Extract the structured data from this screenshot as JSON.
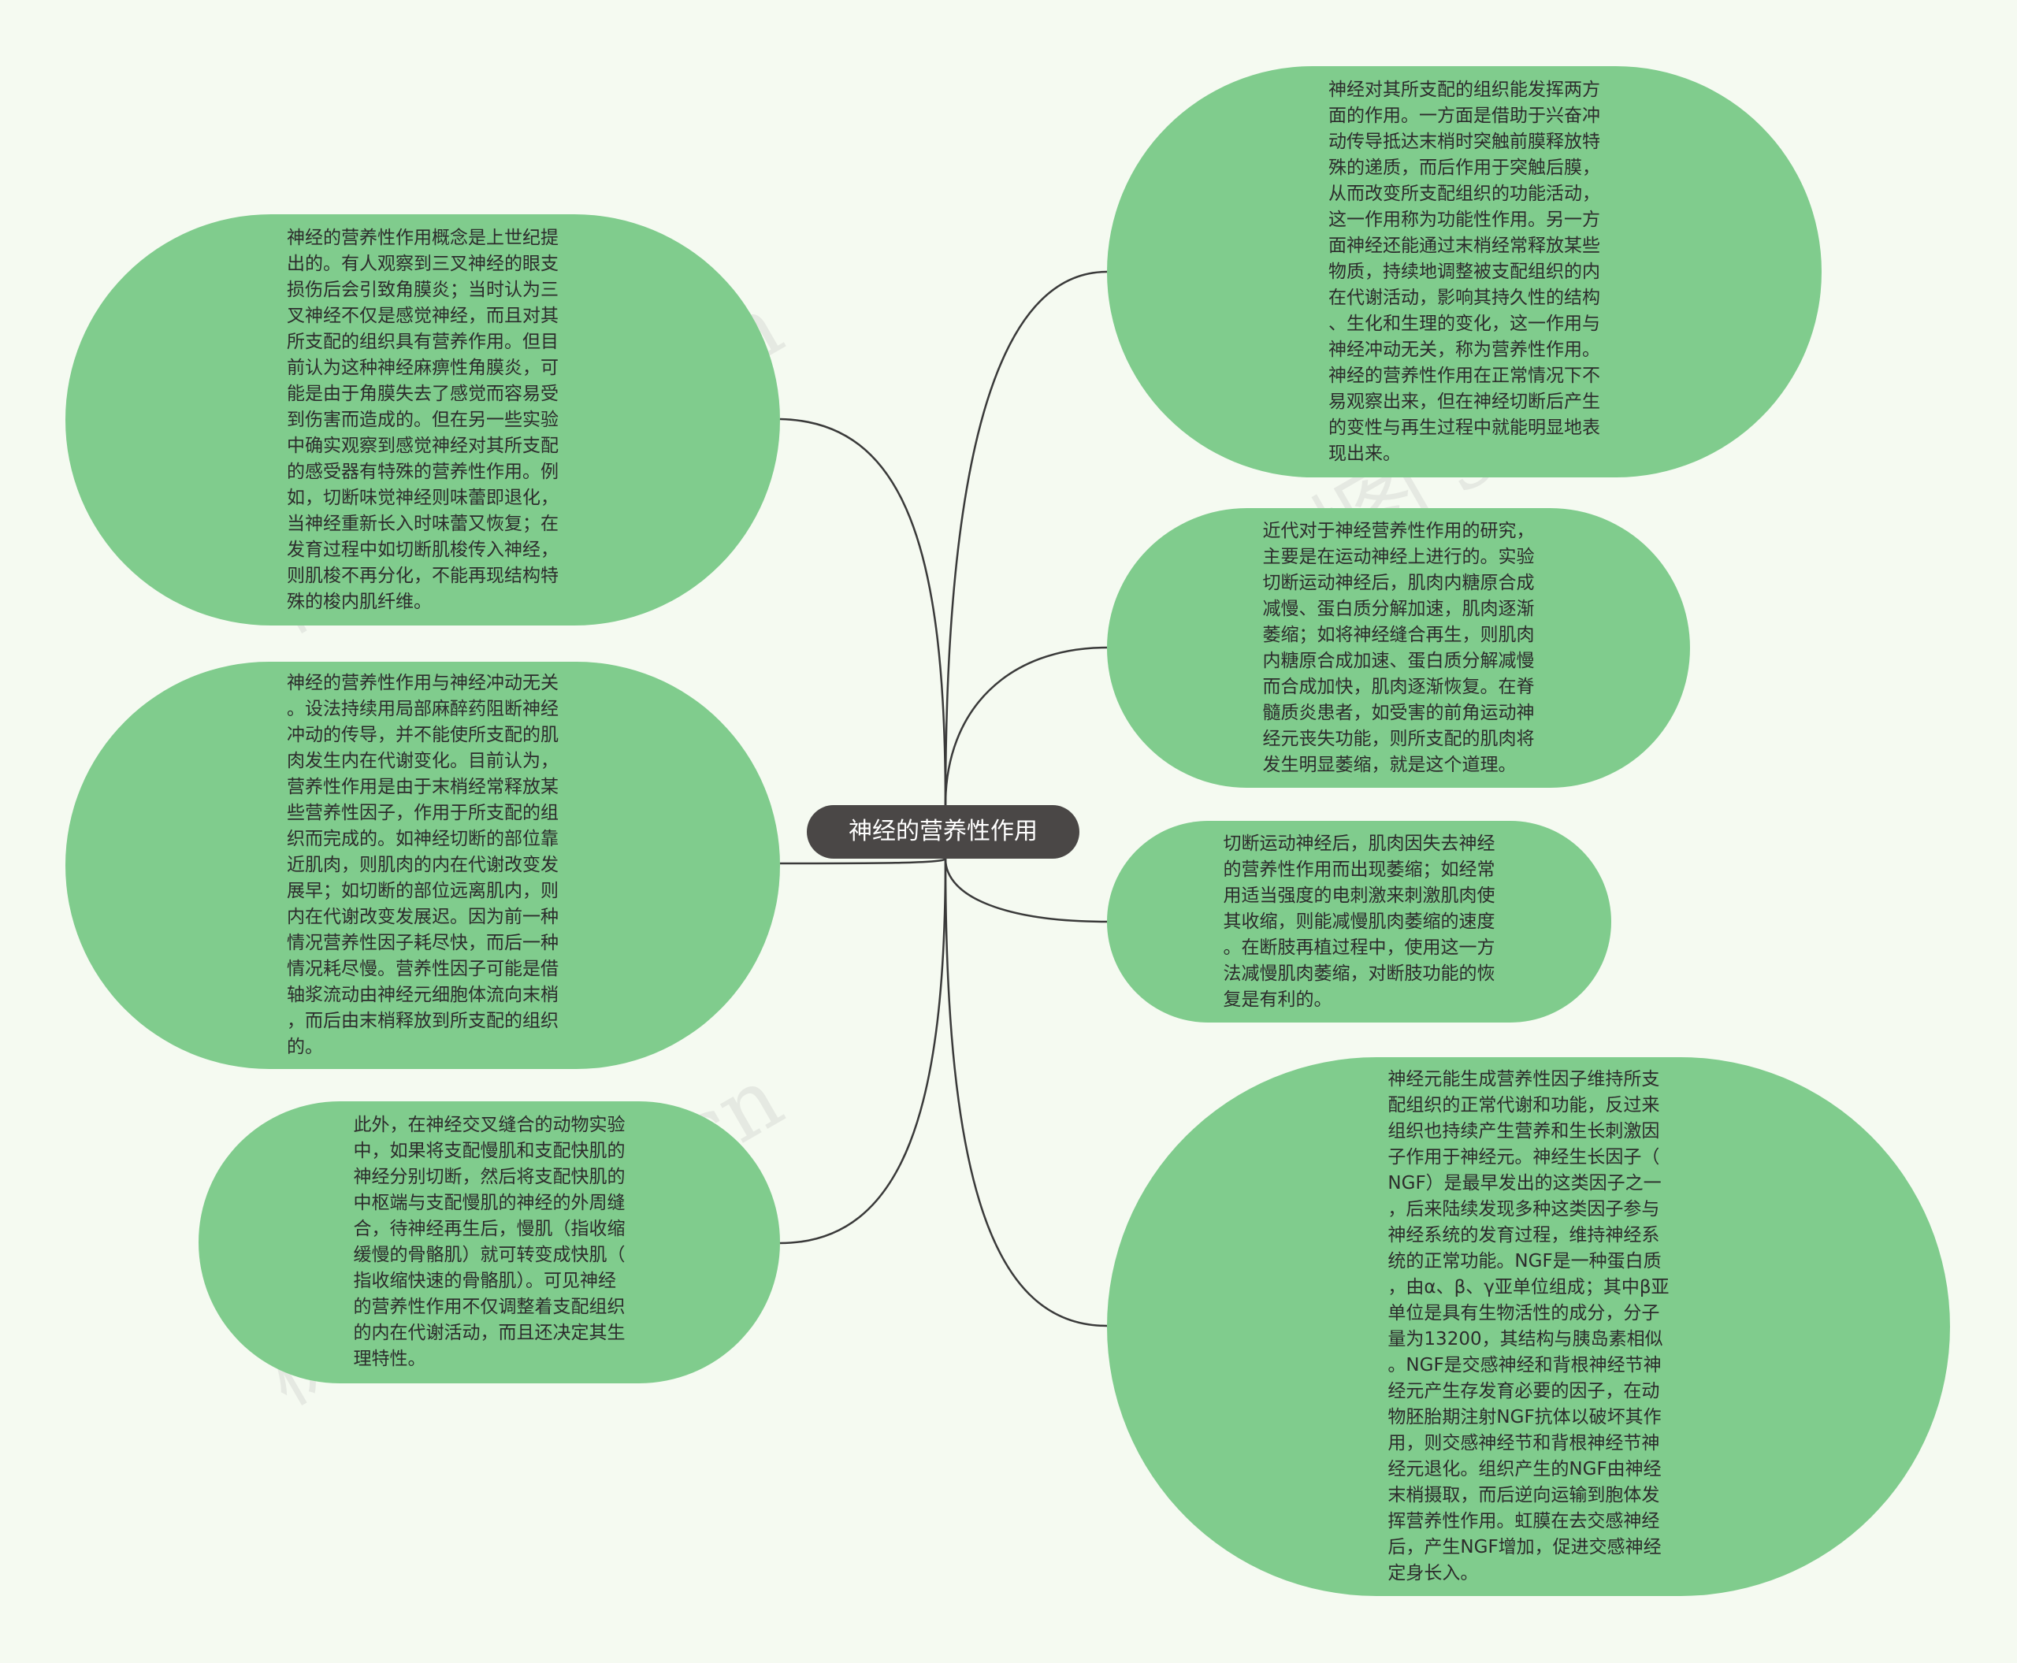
{
  "center": {
    "label": "神经的营养性作用"
  },
  "nodes": {
    "left_1": "神经的营养性作用概念是上世纪提\n出的。有人观察到三叉神经的眼支\n损伤后会引致角膜炎；当时认为三\n叉神经不仅是感觉神经，而且对其\n所支配的组织具有营养作用。但目\n前认为这种神经麻痹性角膜炎，可\n能是由于角膜失去了感觉而容易受\n到伤害而造成的。但在另一些实验\n中确实观察到感觉神经对其所支配\n的感受器有特殊的营养性作用。例\n如，切断味觉神经则味蕾即退化，\n当神经重新长入时味蕾又恢复；在\n发育过程中如切断肌梭传入神经，\n则肌梭不再分化，不能再现结构特\n殊的梭内肌纤维。",
    "left_2": "神经的营养性作用与神经冲动无关\n。设法持续用局部麻醉药阻断神经\n冲动的传导，并不能使所支配的肌\n肉发生内在代谢变化。目前认为，\n营养性作用是由于末梢经常释放某\n些营养性因子，作用于所支配的组\n织而完成的。如神经切断的部位靠\n近肌肉，则肌肉的内在代谢改变发\n展早；如切断的部位远离肌内，则\n内在代谢改变发展迟。因为前一种\n情况营养性因子耗尽快，而后一种\n情况耗尽慢。营养性因子可能是借\n轴浆流动由神经元细胞体流向末梢\n，而后由末梢释放到所支配的组织\n的。",
    "left_3": "此外，在神经交叉缝合的动物实验\n中，如果将支配慢肌和支配快肌的\n神经分别切断，然后将支配快肌的\n中枢端与支配慢肌的神经的外周缝\n合，待神经再生后，慢肌（指收缩\n缓慢的骨骼肌）就可转变成快肌（\n指收缩快速的骨骼肌）。可见神经\n的营养性作用不仅调整着支配组织\n的内在代谢活动，而且还决定其生\n理特性。",
    "right_1": "神经对其所支配的组织能发挥两方\n面的作用。一方面是借助于兴奋冲\n动传导抵达末梢时突触前膜释放特\n殊的递质，而后作用于突触后膜，\n从而改变所支配组织的功能活动，\n这一作用称为功能性作用。另一方\n面神经还能通过末梢经常释放某些\n物质，持续地调整被支配组织的内\n在代谢活动，影响其持久性的结构\n、生化和生理的变化，这一作用与\n神经冲动无关，称为营养性作用。\n神经的营养性作用在正常情况下不\n易观察出来，但在神经切断后产生\n的变性与再生过程中就能明显地表\n现出来。",
    "right_2": "近代对于神经营养性作用的研究，\n主要是在运动神经上进行的。实验\n切断运动神经后，肌肉内糖原合成\n减慢、蛋白质分解加速，肌肉逐渐\n萎缩；如将神经缝合再生，则肌肉\n内糖原合成加速、蛋白质分解减慢\n而合成加快，肌肉逐渐恢复。在脊\n髓质炎患者，如受害的前角运动神\n经元丧失功能，则所支配的肌肉将\n发生明显萎缩，就是这个道理。",
    "right_3": "切断运动神经后，肌肉因失去神经\n的营养性作用而出现萎缩；如经常\n用适当强度的电刺激来刺激肌肉使\n其收缩，则能减慢肌肉萎缩的速度\n。在断肢再植过程中，使用这一方\n法减慢肌肉萎缩，对断肢功能的恢\n复是有利的。",
    "right_4": "神经元能生成营养性因子维持所支\n配组织的正常代谢和功能，反过来\n组织也持续产生营养和生长刺激因\n子作用于神经元。神经生长因子（\nNGF）是最早发出的这类因子之一\n，后来陆续发现多种这类因子参与\n神经系统的发育过程，维持神经系\n统的正常功能。NGF是一种蛋白质\n，由α、β、γ亚单位组成；其中β亚\n单位是具有生物活性的成分，分子\n量为13200，其结构与胰岛素相似\n。NGF是交感神经和背根神经节神\n经元产生存发育必要的因子，在动\n物胚胎期注射NGF抗体以破坏其作\n用，则交感神经节和背根神经节神\n经元退化。组织产生的NGF由神经\n末梢摄取，而后逆向运输到胞体发\n挥营养性作用。虹膜在去交感神经\n后，产生NGF增加，促进交感神经\n定身长入。"
  },
  "watermarks": [
    "树图 shutu.cn",
    "树图 shutu.cn",
    "树图 shutu.cn",
    "树图 shutu.cn"
  ],
  "colors": {
    "node_fill": "#80cc8d",
    "center_fill": "#4a4746",
    "line": "#3a3a3a",
    "background": "#f5faf1"
  }
}
